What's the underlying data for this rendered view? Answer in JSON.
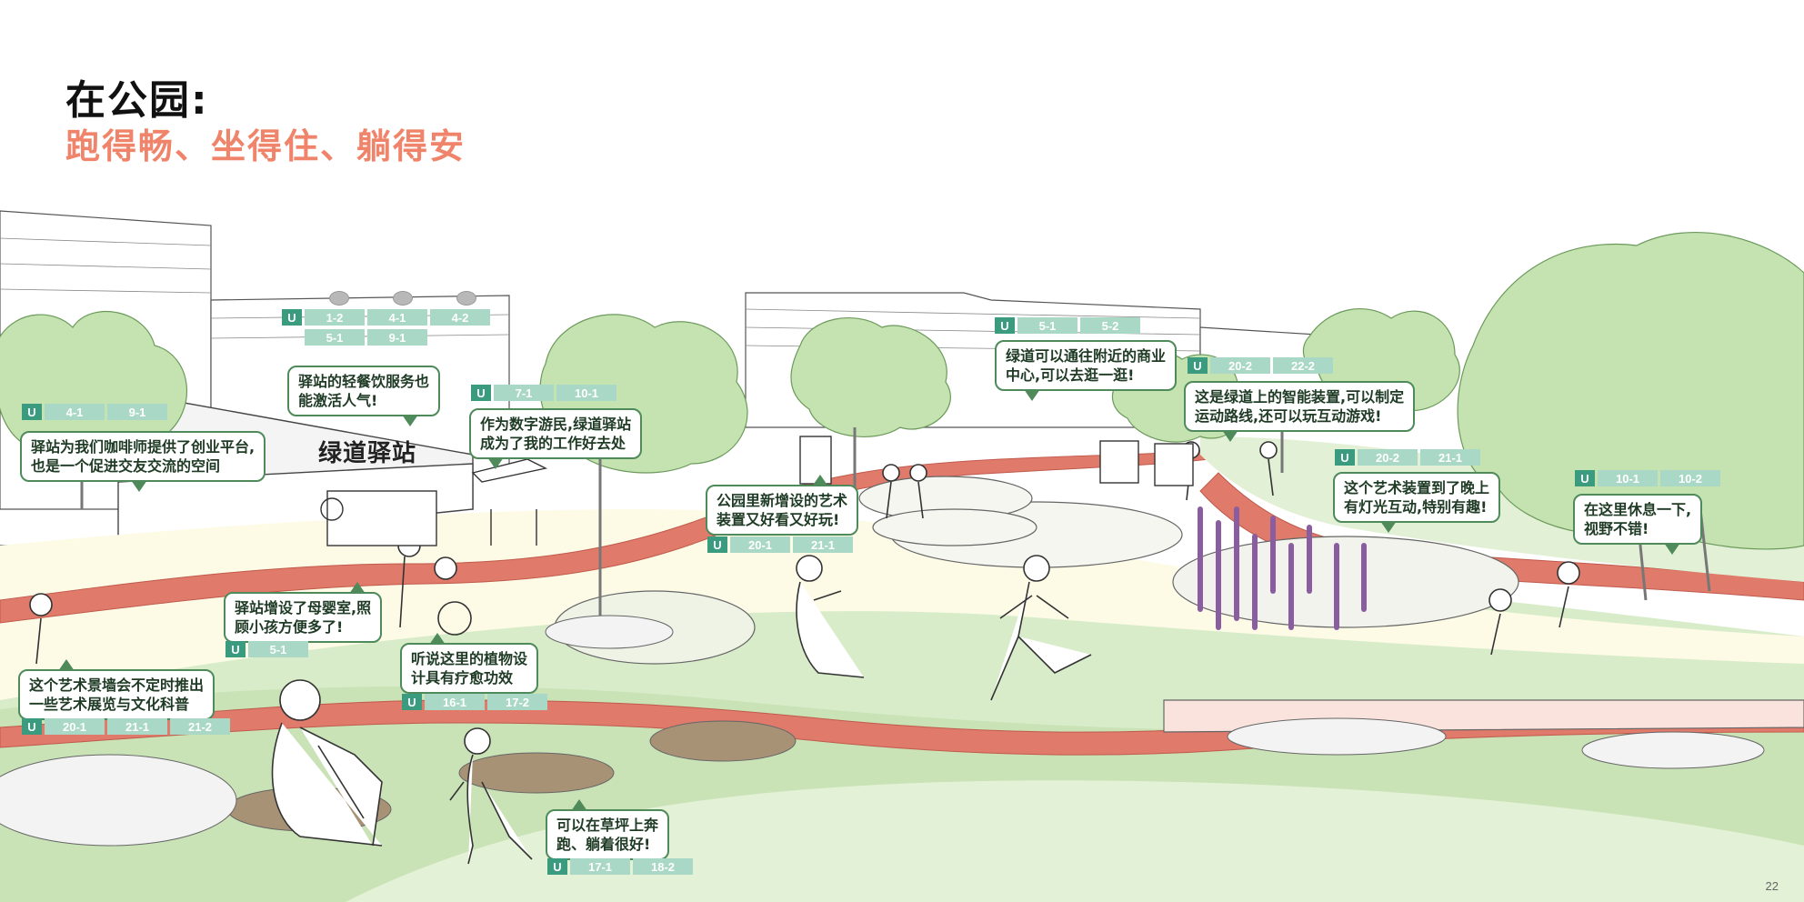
{
  "header": {
    "title": "在公园:",
    "subtitle": "跑得畅、坐得住、躺得安"
  },
  "page_number": "22",
  "sign": "绿道驿站",
  "colors": {
    "accent": "#f0846a",
    "bubble_border": "#4e8a5a",
    "tag_u": "#3b9b7f",
    "tag": "#a9d8c7",
    "track": "#e07a6a",
    "grass": "#cfe6c2",
    "tree": "#c4e3b0"
  },
  "annotations": [
    {
      "text_lines": [
        "驿站为我们咖啡师提供了创业平台,",
        "也是一个促进交友交流的空间"
      ],
      "tag_u": "U",
      "tags": [
        "4-1",
        "9-1"
      ]
    },
    {
      "text_lines": [
        "驿站的轻餐饮服务也",
        "能激活人气!"
      ],
      "tag_u": "U",
      "tags": [
        "1-2",
        "4-1",
        "4-2",
        "5-1",
        "9-1"
      ]
    },
    {
      "text_lines": [
        "作为数字游民,绿道驿站",
        "成为了我的工作好去处"
      ],
      "tag_u": "U",
      "tags": [
        "7-1",
        "10-1"
      ]
    },
    {
      "text_lines": [
        "公园里新增设的艺术",
        "装置又好看又好玩!"
      ],
      "tag_u": "U",
      "tags": [
        "20-1",
        "21-1"
      ]
    },
    {
      "text_lines": [
        "绿道可以通往附近的商业",
        "中心,可以去逛一逛!"
      ],
      "tag_u": "U",
      "tags": [
        "5-1",
        "5-2"
      ]
    },
    {
      "text_lines": [
        "这是绿道上的智能装置,可以制定",
        "运动路线,还可以玩互动游戏!"
      ],
      "tag_u": "U",
      "tags": [
        "20-2",
        "22-2"
      ]
    },
    {
      "text_lines": [
        "这个艺术装置到了晚上",
        "有灯光互动,特别有趣!"
      ],
      "tag_u": "U",
      "tags": [
        "20-2",
        "21-1"
      ]
    },
    {
      "text_lines": [
        "在这里休息一下,",
        "视野不错!"
      ],
      "tag_u": "U",
      "tags": [
        "10-1",
        "10-2"
      ]
    },
    {
      "text_lines": [
        "驿站增设了母婴室,照",
        "顾小孩方便多了!"
      ],
      "tag_u": "U",
      "tags": [
        "5-1"
      ]
    },
    {
      "text_lines": [
        "听说这里的植物设",
        "计具有疗愈功效"
      ],
      "tag_u": "U",
      "tags": [
        "16-1",
        "17-2"
      ]
    },
    {
      "text_lines": [
        "这个艺术景墙会不定时推出",
        "一些艺术展览与文化科普"
      ],
      "tag_u": "U",
      "tags": [
        "20-1",
        "21-1",
        "21-2"
      ]
    },
    {
      "text_lines": [
        "可以在草坪上奔",
        "跑、躺着很好!"
      ],
      "tag_u": "U",
      "tags": [
        "17-1",
        "18-2"
      ]
    }
  ]
}
